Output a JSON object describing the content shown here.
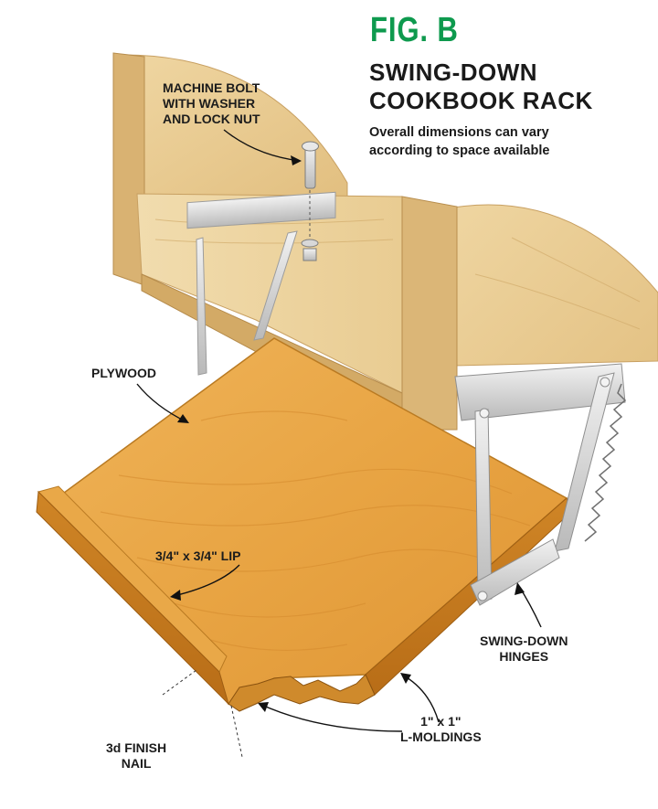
{
  "figure": {
    "label": "FIG. B",
    "title_line1": "SWING-DOWN",
    "title_line2": "COOKBOOK RACK",
    "subtitle_line1": "Overall dimensions can vary",
    "subtitle_line2": "according to space available"
  },
  "callouts": {
    "machine_bolt": "MACHINE BOLT\nWITH WASHER\nAND LOCK NUT",
    "plywood": "PLYWOOD",
    "lip": "3/4\" x 3/4\" LIP",
    "hinges": "SWING-DOWN\nHINGES",
    "moldings": "1\" x 1\"\nL-MOLDINGS",
    "finish_nail": "3d FINISH\nNAIL"
  },
  "colors": {
    "accent_green": "#0e9a4e",
    "cabinet_wood": "#e6c889",
    "shelf_wood": "#e4a240",
    "metal": "#d9d9d9"
  }
}
